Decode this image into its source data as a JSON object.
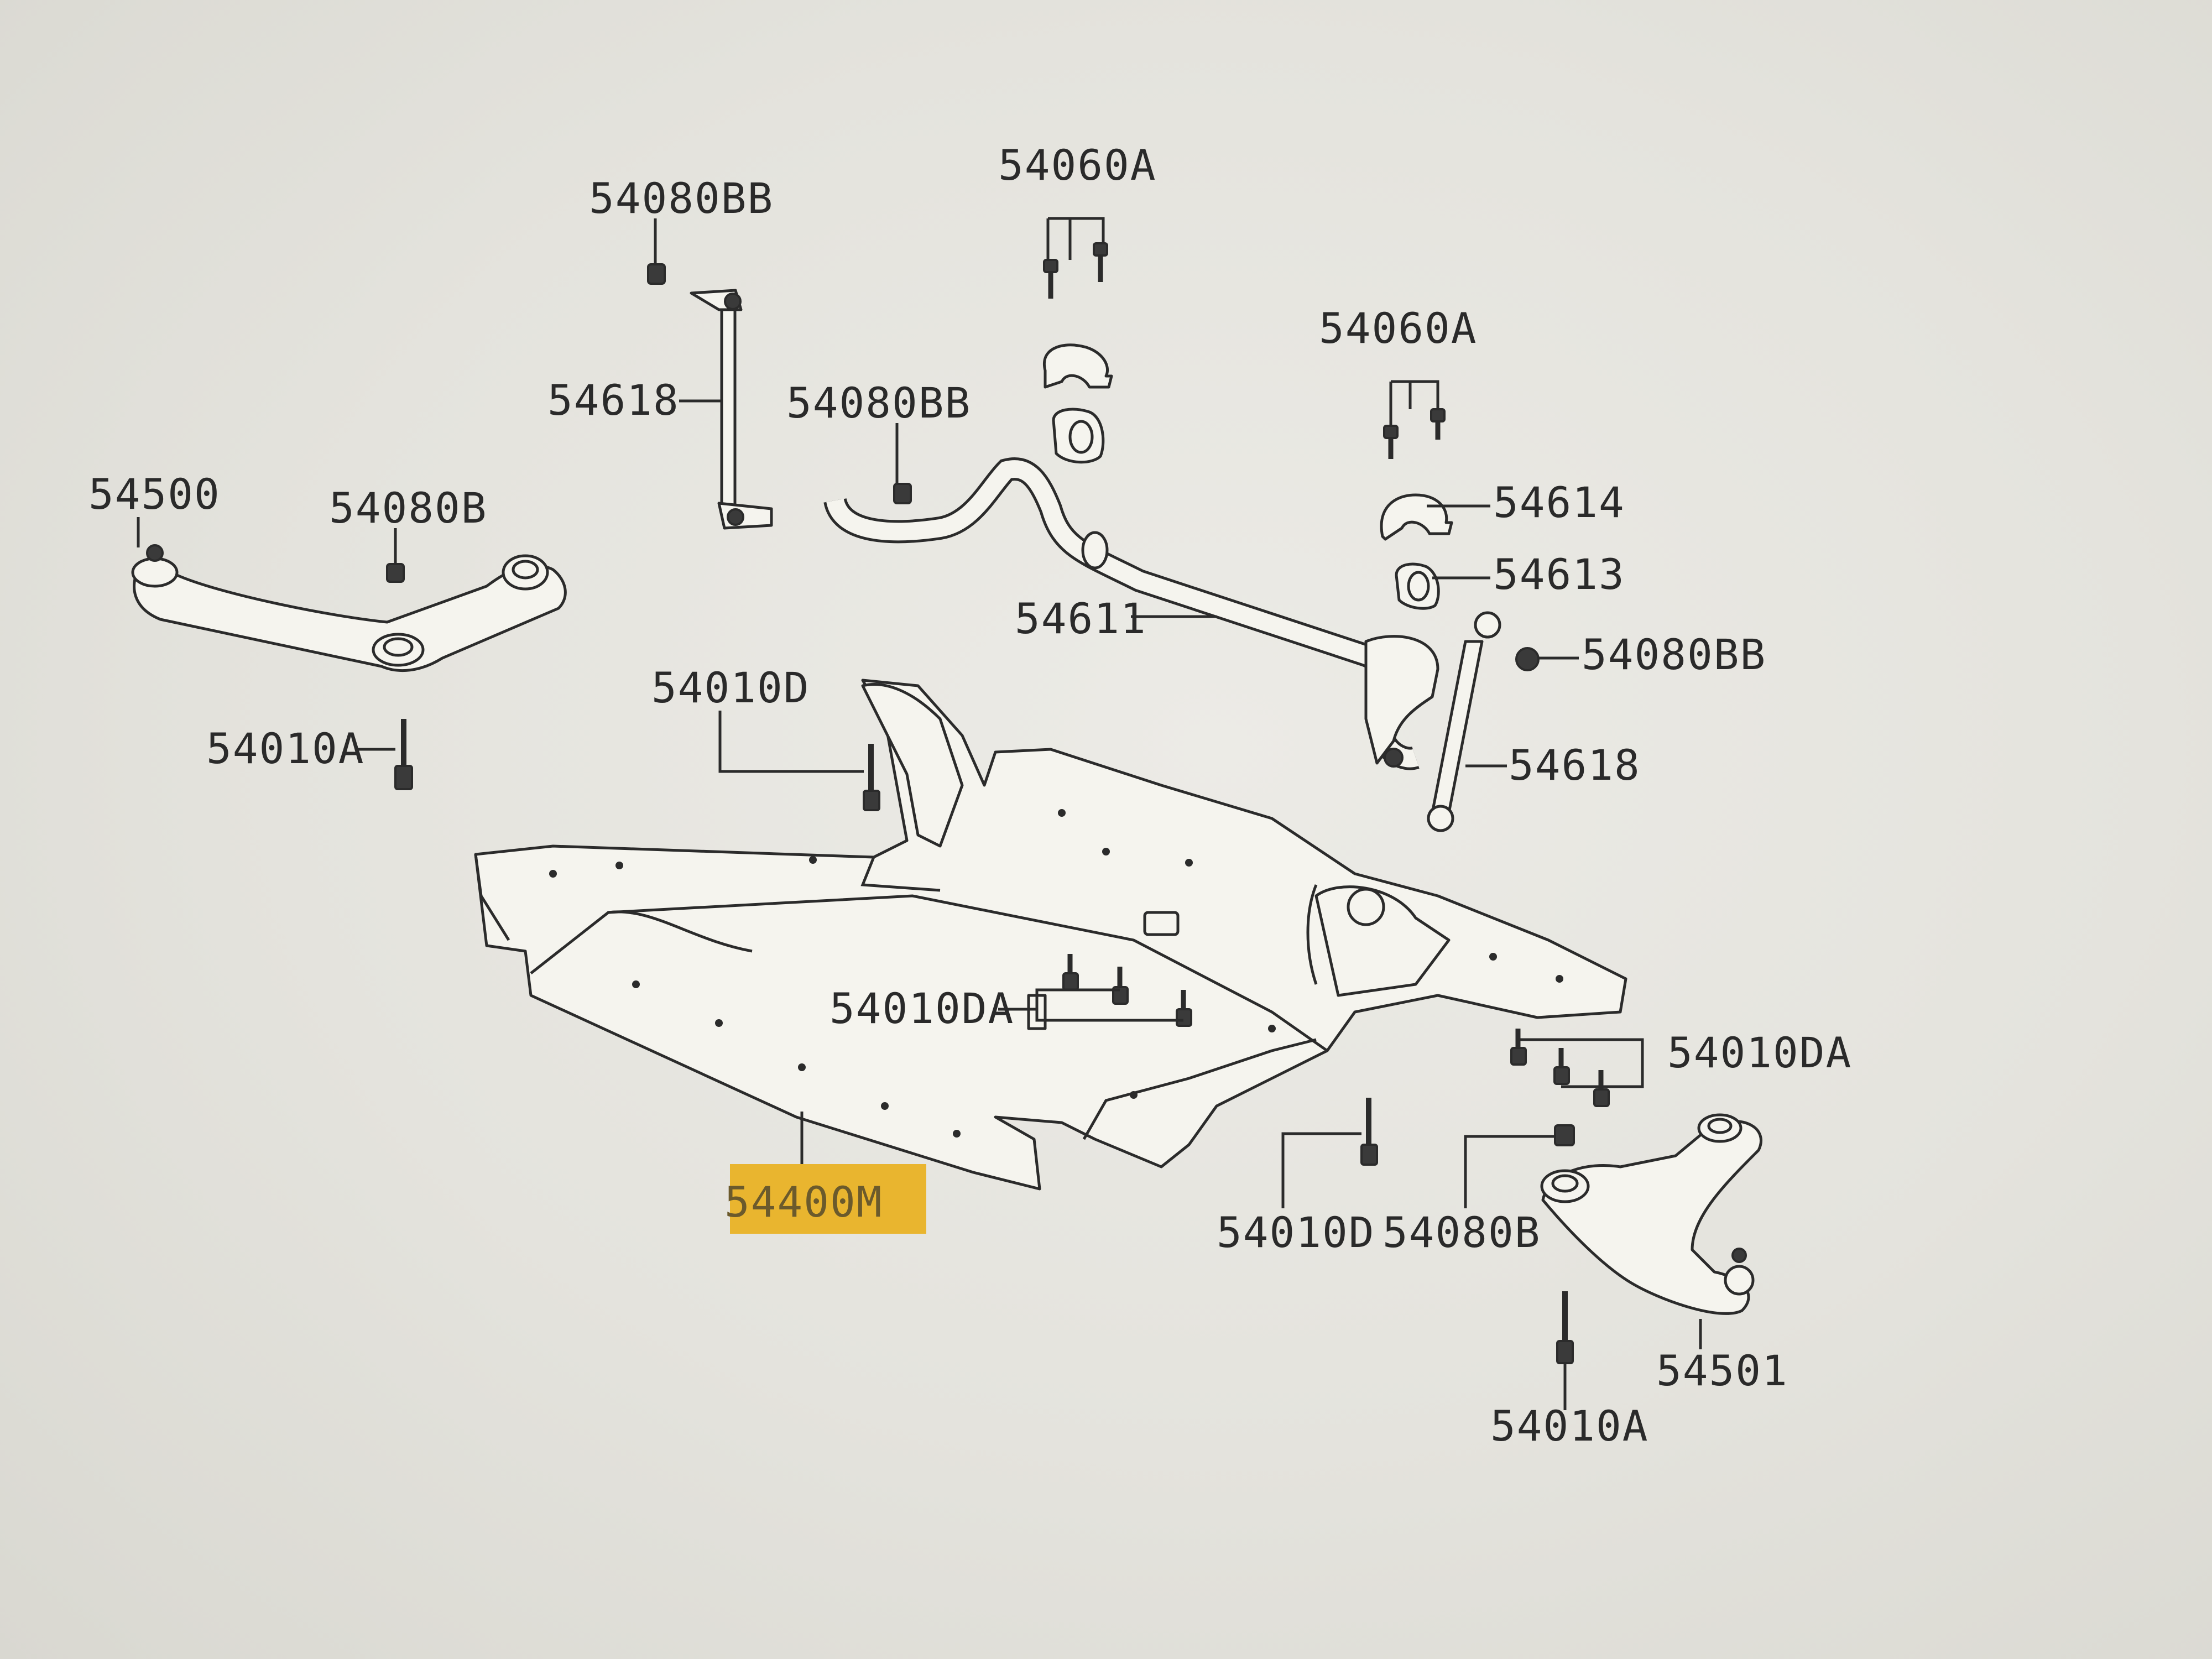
{
  "labels": {
    "p54080BB_tl": "54080BB",
    "p54060A_top": "54060A",
    "p54060A_right": "54060A",
    "p54618_left": "54618",
    "p54080BB_mid": "54080BB",
    "p54500": "54500",
    "p54080B_left": "54080B",
    "p54614": "54614",
    "p54613": "54613",
    "p54611": "54611",
    "p54080BB_right": "54080BB",
    "p54010D_top": "54010D",
    "p54010A_left": "54010A",
    "p54618_right": "54618",
    "p54010DA_mid": "54010DA",
    "p54010DA_right": "54010DA",
    "p54400M": "54400M",
    "p54010D_bottom": "54010D",
    "p54080B_bottom": "54080B",
    "p54501": "54501",
    "p54010A_bottom": "54010A"
  },
  "highlight": {
    "part": "54400M",
    "color": "#e9b52f"
  },
  "colors": {
    "background": "#e6e5df",
    "line": "#2b2b2b",
    "part_fill": "#f5f4ee"
  }
}
